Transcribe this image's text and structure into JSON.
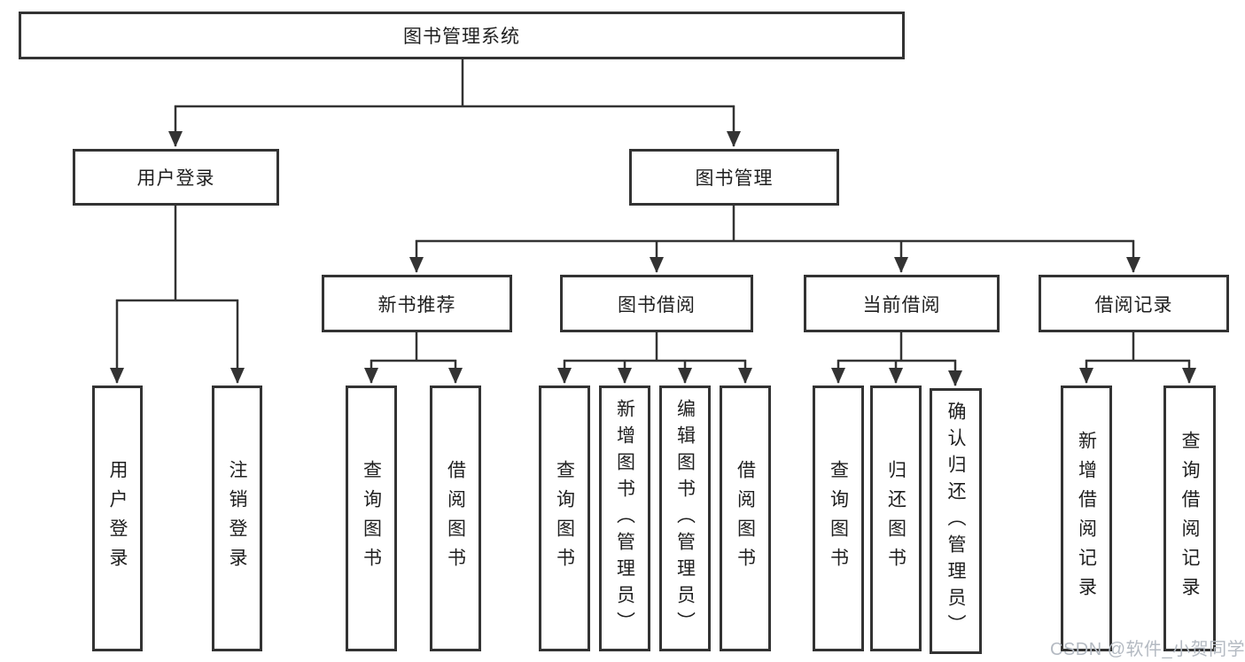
{
  "diagram": {
    "watermark": "CSDN @软件_小贺同学",
    "colors": {
      "background": "#ffffff",
      "line": "#333333",
      "box_border": "#333333",
      "text": "#1f1f1f",
      "watermark": "#b4bac2"
    },
    "tree": {
      "label": "图书管理系统",
      "children": [
        {
          "label": "用户登录",
          "children": [
            {
              "label": "用户登录"
            },
            {
              "label": "注销登录"
            }
          ]
        },
        {
          "label": "图书管理",
          "children": [
            {
              "label": "新书推荐",
              "children": [
                {
                  "label": "查询图书"
                },
                {
                  "label": "借阅图书"
                }
              ]
            },
            {
              "label": "图书借阅",
              "children": [
                {
                  "label": "查询图书"
                },
                {
                  "label": "新增图书（管理员）"
                },
                {
                  "label": "编辑图书（管理员）"
                },
                {
                  "label": "借阅图书"
                }
              ]
            },
            {
              "label": "当前借阅",
              "children": [
                {
                  "label": "查询图书"
                },
                {
                  "label": "归还图书"
                },
                {
                  "label": "确认归还（管理员）"
                }
              ]
            },
            {
              "label": "借阅记录",
              "children": [
                {
                  "label": "新增借阅记录"
                },
                {
                  "label": "查询借阅记录"
                }
              ]
            }
          ]
        }
      ]
    }
  }
}
